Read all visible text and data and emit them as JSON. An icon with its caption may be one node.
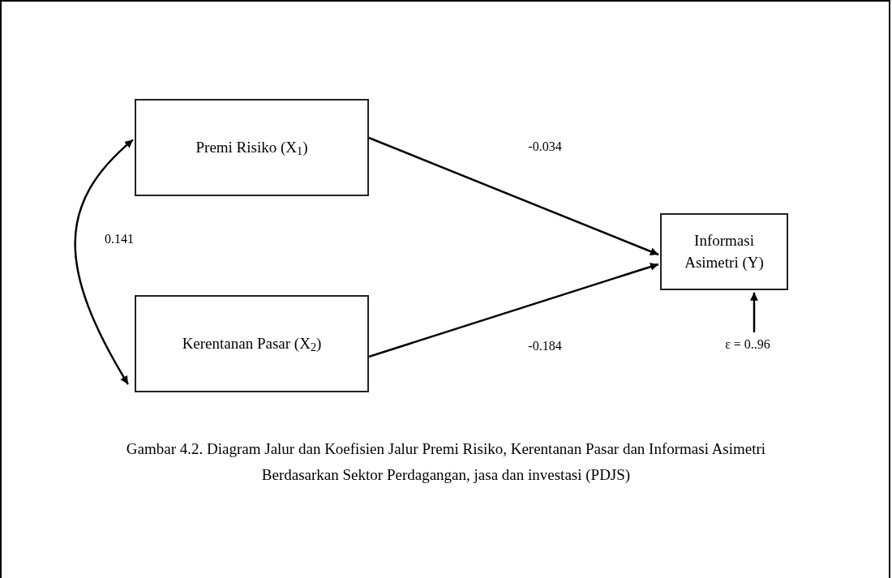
{
  "diagram": {
    "nodes": [
      {
        "text": [
          "Premi Risiko (X$_{1}$)"
        ]
      },
      {
        "text": [
          "Kerentanan Pasar (X$_{2}$)"
        ]
      },
      {
        "text": [
          "Informasi Asimetri (Y)"
        ]
      },
      {
        "text": [
          "ε = 0..96"
        ]
      }
    ],
    "edges": [
      {
        "from": 0,
        "to": 2,
        "arrow": "to",
        "label": "-0.034"
      },
      {
        "from": 1,
        "to": 2,
        "arrow": "to",
        "label": "-0.184"
      },
      {
        "from": 0,
        "to": 1,
        "arrow": "both",
        "label": "0.141"
      },
      {
        "from": 3,
        "to": 2,
        "arrow": "to"
      }
    ],
    "caption": "Gambar 4.2. Diagram Jalur dan Koefisien Jalur Premi Risiko, Kerentanan Pasar dan Informasi Asimetri Berdasarkan Sektor Perdagangan, jasa dan investasi (PDJS)"
  }
}
